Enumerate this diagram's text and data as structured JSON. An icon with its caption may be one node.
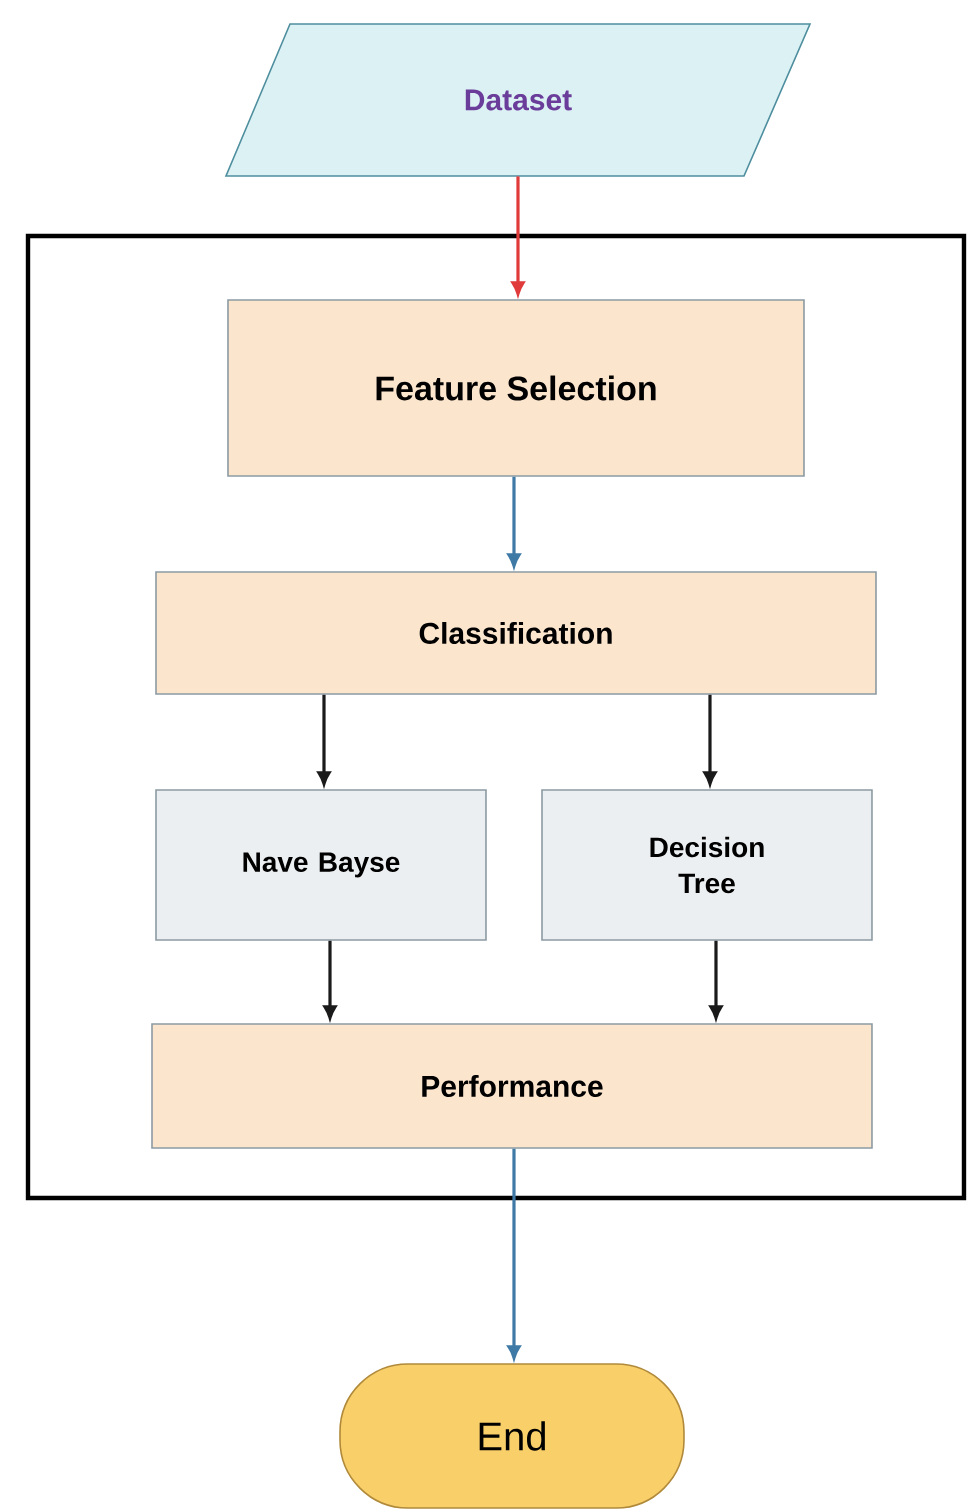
{
  "diagram": {
    "nodes": [
      {
        "text": [
          "Dataset"
        ]
      },
      {
        "text": [],
        "shape": "box"
      },
      {
        "text": [
          "Feature Selection"
        ],
        "in": 1
      },
      {
        "text": [
          "Classification"
        ],
        "in": 1
      },
      {
        "text": [
          "Nave Bayse"
        ],
        "in": 1
      },
      {
        "text": [
          "Decision Tree"
        ],
        "in": 1
      },
      {
        "text": [
          "Performance"
        ],
        "in": 1
      },
      {
        "text": [
          "End"
        ]
      }
    ],
    "edges": [
      {
        "from": 0,
        "to": 2,
        "arrow": "to",
        "color": "#e03a3a"
      },
      {
        "from": 2,
        "to": 3,
        "arrow": "to",
        "color": "#3f7aa6"
      },
      {
        "from": 3,
        "to": 4,
        "arrow": "to"
      },
      {
        "from": 3,
        "to": 5,
        "arrow": "to"
      },
      {
        "from": 4,
        "to": 6,
        "arrow": "to"
      },
      {
        "from": 5,
        "to": 6,
        "arrow": "to"
      },
      {
        "from": 6,
        "to": 7,
        "arrow": "to",
        "color": "#3f7aa6"
      }
    ]
  }
}
